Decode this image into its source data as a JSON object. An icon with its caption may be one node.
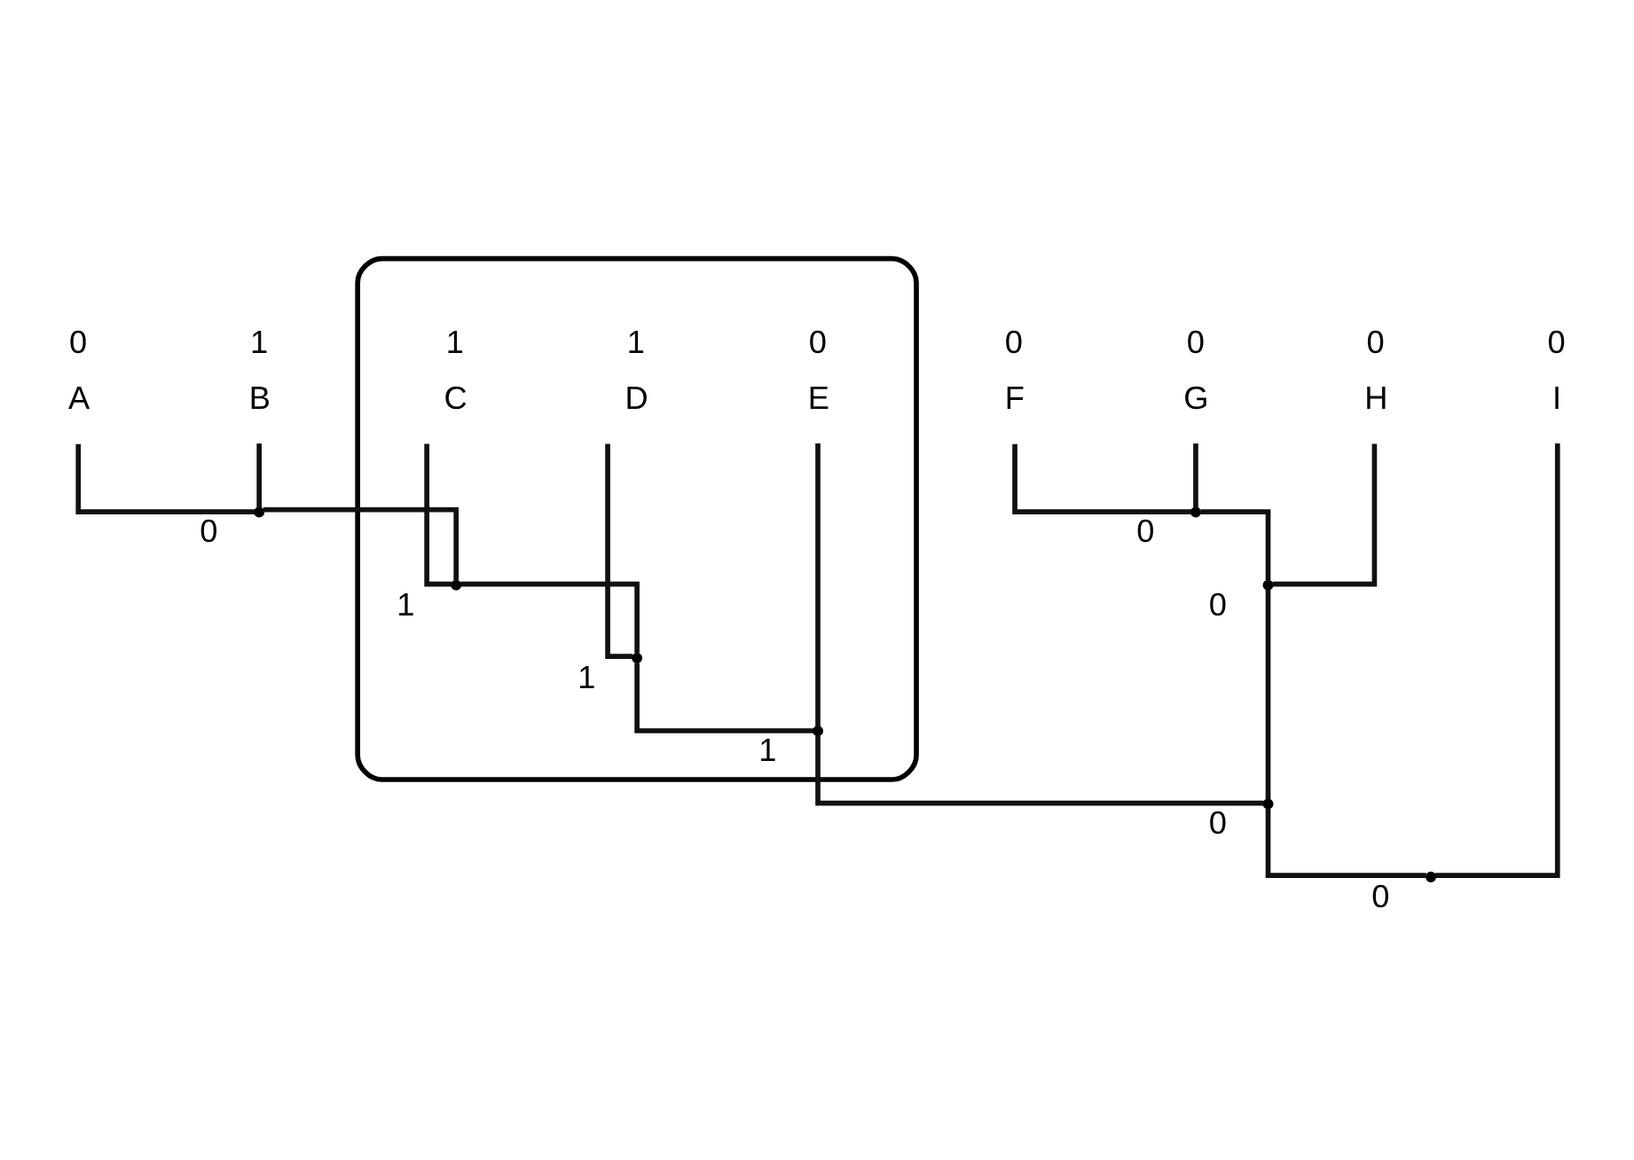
{
  "diagram": {
    "nodes": [
      {
        "text": [],
        "shape": "box"
      },
      {
        "text": [
          "A"
        ],
        "beside": [
          "0"
        ]
      },
      {
        "text": [
          "B"
        ],
        "beside": [
          "1"
        ]
      },
      {
        "text": [
          "C"
        ],
        "beside": [
          "1"
        ],
        "in": 0
      },
      {
        "text": [
          "D"
        ],
        "beside": [
          "1"
        ],
        "in": 0
      },
      {
        "text": [
          "E"
        ],
        "beside": [
          "0"
        ],
        "in": 0
      },
      {
        "text": [
          "F"
        ],
        "beside": [
          "0"
        ]
      },
      {
        "text": [
          "G"
        ],
        "beside": [
          "0"
        ]
      },
      {
        "text": [
          "H"
        ],
        "beside": [
          "0"
        ]
      },
      {
        "text": [
          "I"
        ],
        "beside": [
          "0"
        ]
      },
      {
        "text": [],
        "shape": "point",
        "beside": [
          "0"
        ]
      },
      {
        "text": [],
        "shape": "point",
        "beside": [
          "0"
        ]
      },
      {
        "text": [],
        "shape": "point",
        "beside": [
          "1"
        ],
        "in": 0
      },
      {
        "text": [],
        "shape": "point",
        "beside": [
          "0"
        ]
      },
      {
        "text": [],
        "shape": "point",
        "beside": [
          "1"
        ],
        "in": 0
      },
      {
        "text": [],
        "shape": "point",
        "beside": [
          "1"
        ],
        "in": 0
      },
      {
        "text": [],
        "shape": "point",
        "beside": [
          "0"
        ]
      },
      {
        "text": [],
        "shape": "point",
        "beside": [
          "0"
        ]
      }
    ],
    "edges": [
      {
        "from": 17,
        "to": 16,
        "arrow": "none"
      },
      {
        "from": 17,
        "to": 9,
        "arrow": "none"
      },
      {
        "from": 16,
        "to": 15,
        "arrow": "none"
      },
      {
        "from": 16,
        "to": 13,
        "arrow": "none"
      },
      {
        "from": 15,
        "to": 14,
        "arrow": "none"
      },
      {
        "from": 15,
        "to": 5,
        "arrow": "none"
      },
      {
        "from": 14,
        "to": 12,
        "arrow": "none"
      },
      {
        "from": 14,
        "to": 4,
        "arrow": "none"
      },
      {
        "from": 12,
        "to": 10,
        "arrow": "none"
      },
      {
        "from": 12,
        "to": 3,
        "arrow": "none"
      },
      {
        "from": 10,
        "to": 1,
        "arrow": "none"
      },
      {
        "from": 10,
        "to": 2,
        "arrow": "none"
      },
      {
        "from": 13,
        "to": 11,
        "arrow": "none"
      },
      {
        "from": 13,
        "to": 8,
        "arrow": "none"
      },
      {
        "from": 11,
        "to": 6,
        "arrow": "none"
      },
      {
        "from": 11,
        "to": 7,
        "arrow": "none"
      }
    ]
  }
}
